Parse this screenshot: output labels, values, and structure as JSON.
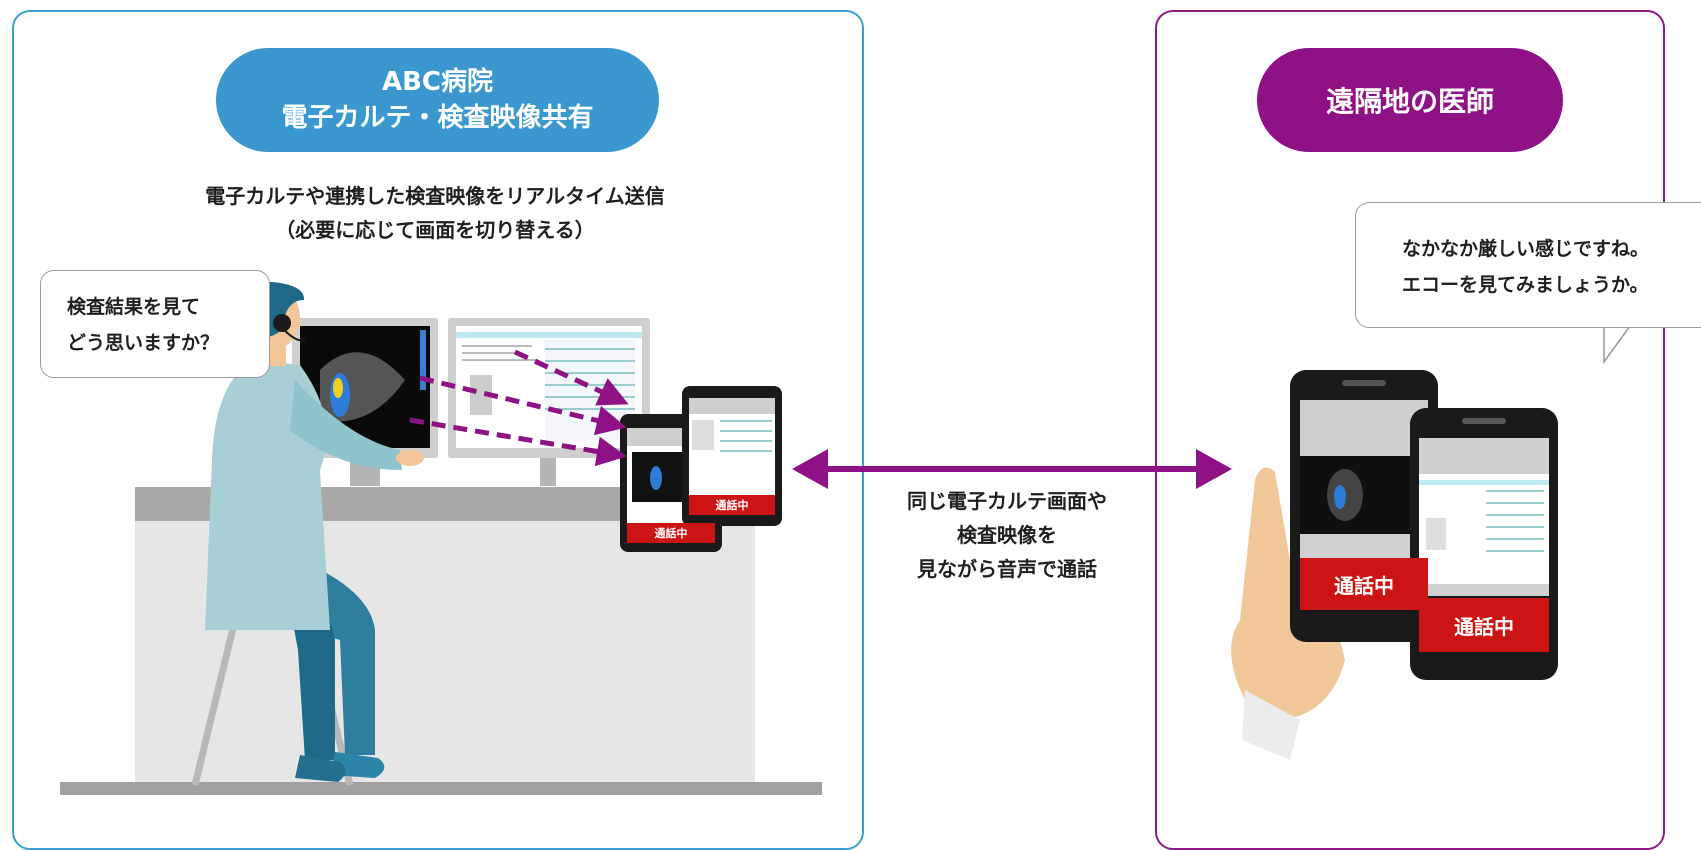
{
  "left_panel": {
    "title_line1": "ABC病院",
    "title_line2": "電子カルテ・検査映像共有",
    "desc_line1": "電子カルテや連携した検査映像をリアルタイム送信",
    "desc_line2": "（必要に応じて画面を切り替える）",
    "bubble_line1": "検査結果を見て",
    "bubble_line2": "どう思いますか？",
    "tablet_status": "通話中"
  },
  "center": {
    "caption_line1": "同じ電子カルテ画面や",
    "caption_line2": "検査映像を",
    "caption_line3": "見ながら音声で通話"
  },
  "right_panel": {
    "title": "遠隔地の医師",
    "bubble_line1": "なかなか厳しい感じですね。",
    "bubble_line2": "エコーを見てみましょうか。",
    "phone_status": "通話中"
  },
  "colors": {
    "hospital_blue": "#3a98cf",
    "doctor_purple": "#8f1186",
    "call_red": "#cc1414"
  }
}
